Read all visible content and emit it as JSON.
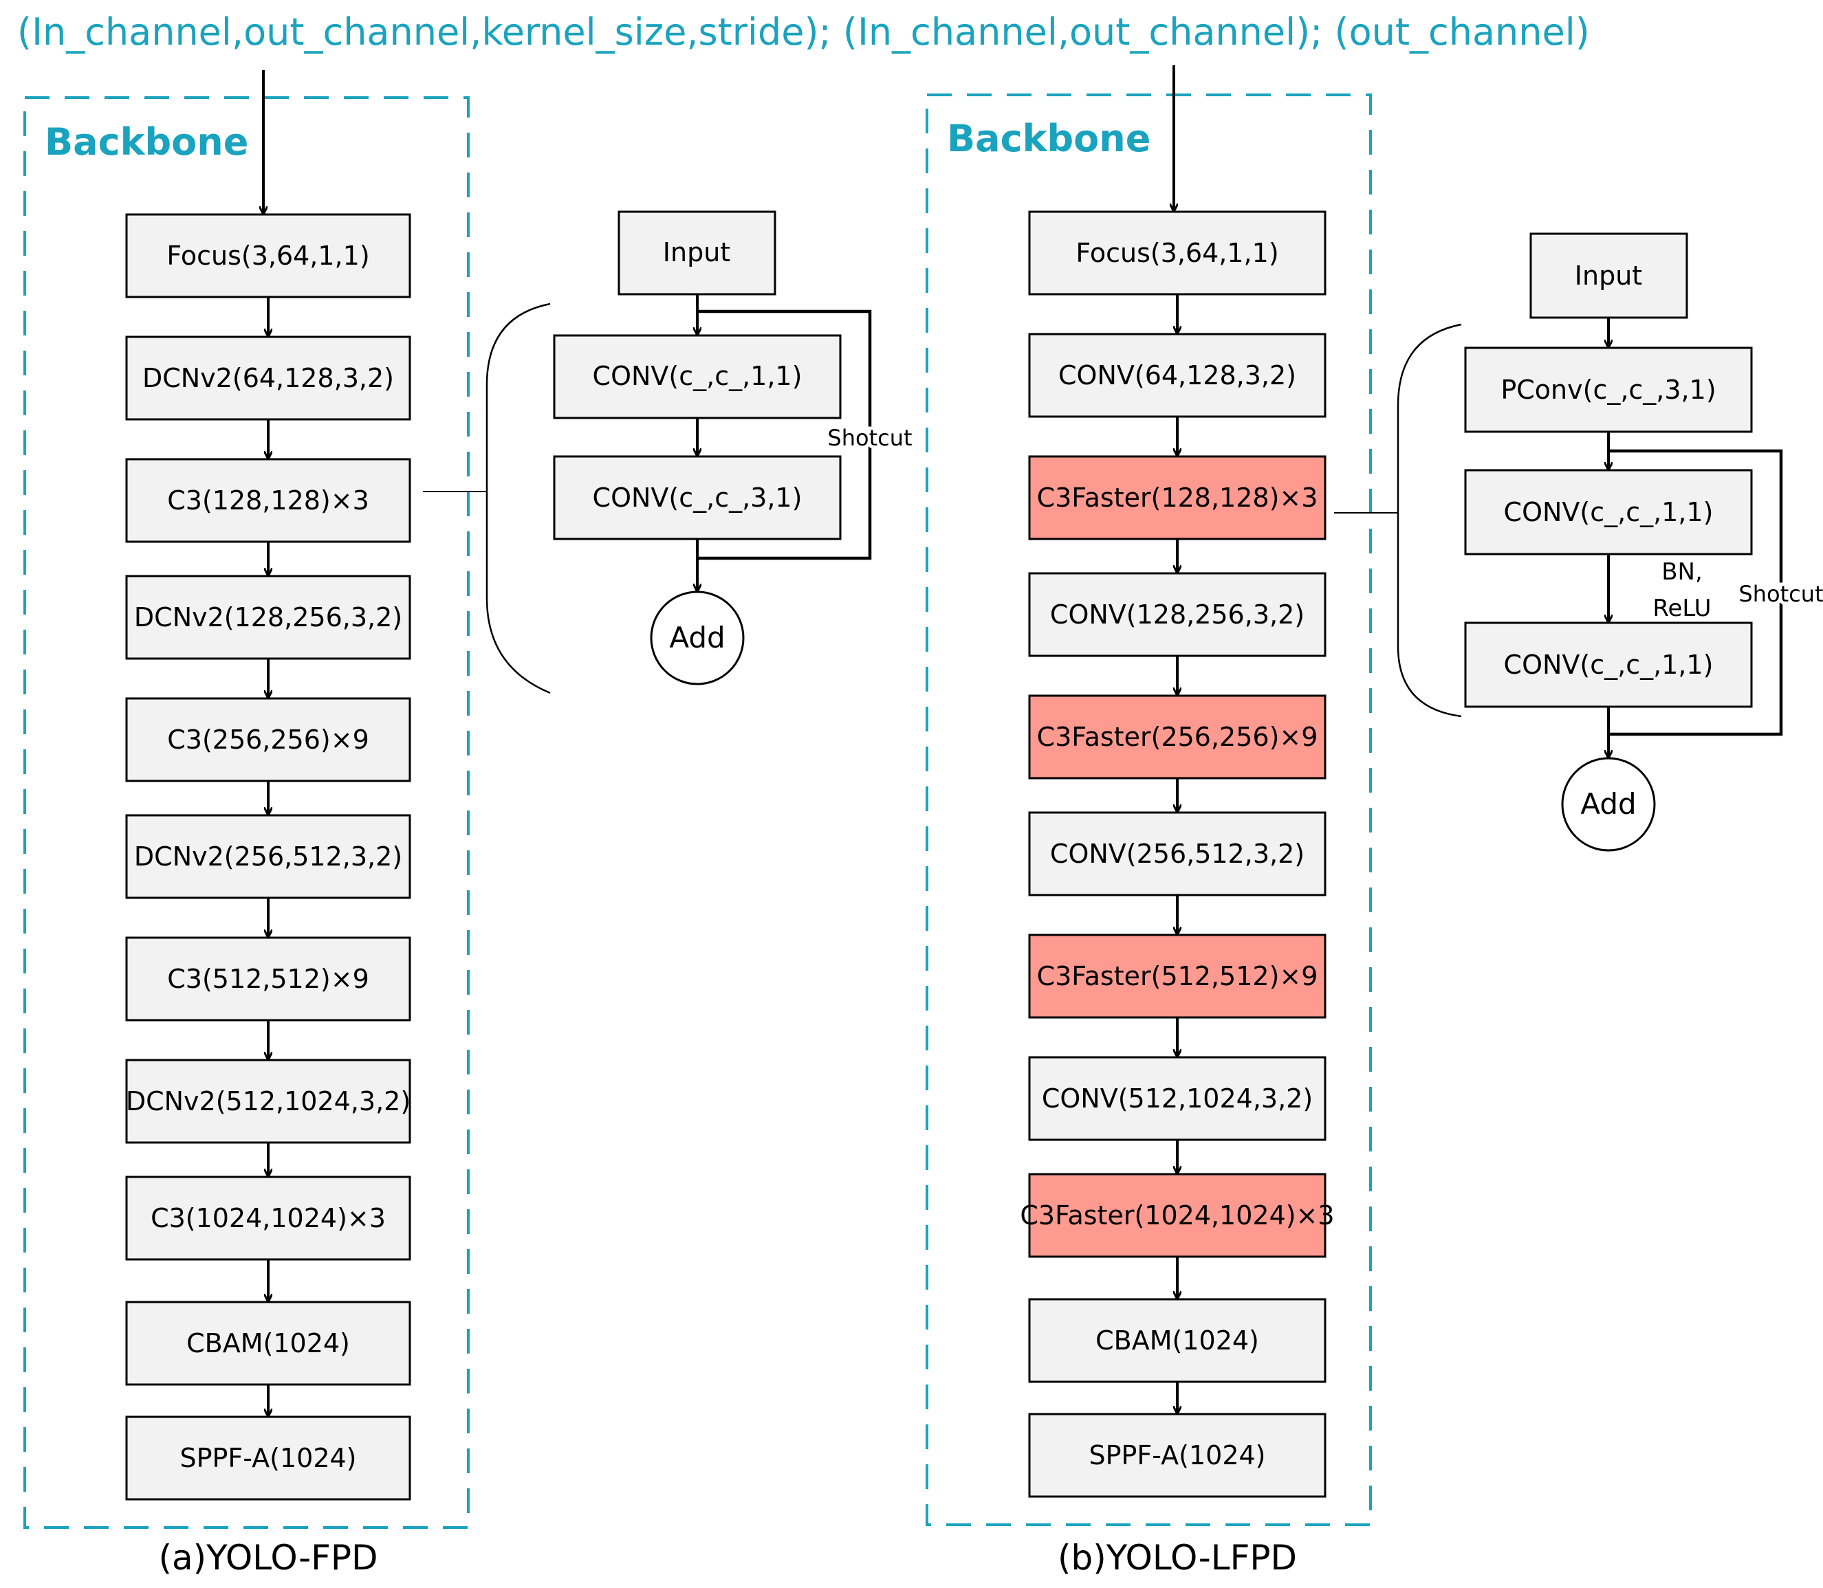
{
  "header": "(In_channel,out_channel,kernel_size,stride); (In_channel,out_channel); (out_channel)",
  "colors": {
    "accent": "#1aa3bf",
    "box_fill": "#f2f2f2",
    "box_stroke": "#000000",
    "highlight_fill": "#ff9a90"
  },
  "panel_a": {
    "title": "Backbone",
    "caption": "(a)YOLO-FPD",
    "layers": [
      "Focus(3,64,1,1)",
      "DCNv2(64,128,3,2)",
      "C3(128,128)×3",
      "DCNv2(128,256,3,2)",
      "C3(256,256)×9",
      "DCNv2(256,512,3,2)",
      "C3(512,512)×9",
      "DCNv2(512,1024,3,2)",
      "C3(1024,1024)×3",
      "CBAM(1024)",
      "SPPF-A(1024)"
    ],
    "block": {
      "input": "Input",
      "convs": [
        "CONV(c_,c_,1,1)",
        "CONV(c_,c_,3,1)"
      ],
      "shortcut": "Shotcut",
      "add": "Add"
    }
  },
  "panel_b": {
    "title": "Backbone",
    "caption": "(b)YOLO-LFPD",
    "layers": [
      "Focus(3,64,1,1)",
      "CONV(64,128,3,2)",
      "C3Faster(128,128)×3",
      "CONV(128,256,3,2)",
      "C3Faster(256,256)×9",
      "CONV(256,512,3,2)",
      "C3Faster(512,512)×9",
      "CONV(512,1024,3,2)",
      "C3Faster(1024,1024)×3",
      "CBAM(1024)",
      "SPPF-A(1024)"
    ],
    "highlighted": [
      2,
      4,
      6,
      8
    ],
    "block": {
      "input": "Input",
      "convs": [
        "PConv(c_,c_,3,1)",
        "CONV(c_,c_,1,1)",
        "CONV(c_,c_,1,1)"
      ],
      "bn_relu": [
        "BN,",
        "ReLU"
      ],
      "shortcut": "Shotcut",
      "add": "Add"
    }
  }
}
